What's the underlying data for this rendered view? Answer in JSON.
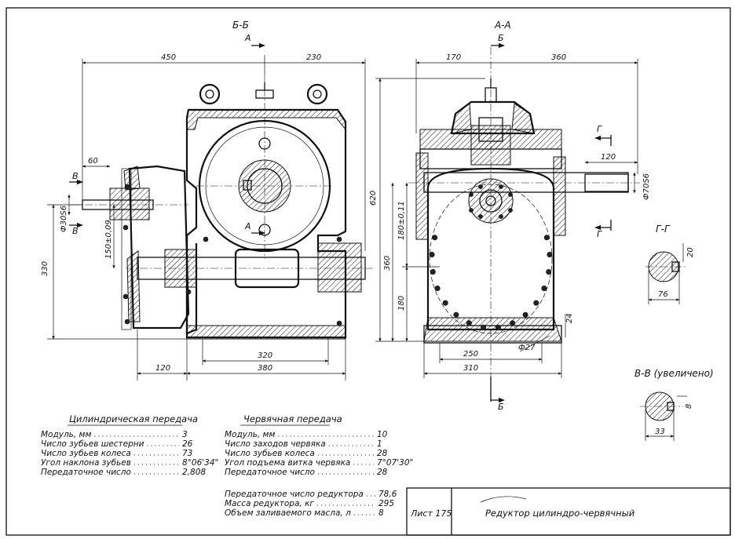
{
  "views": {
    "section_bb": "Б-Б",
    "section_aa": "А-А",
    "section_gg": "Г-Г",
    "section_vv": "В-В (увеличено)"
  },
  "cut_marks": {
    "a": "А",
    "b": "Б",
    "g": "Г",
    "v": "В"
  },
  "dimensions": {
    "d450": "450",
    "d230": "230",
    "d170": "170",
    "d360_top": "360",
    "d60": "60",
    "d620": "620",
    "d330": "330",
    "d150": "150±0,09",
    "d30s6": "Ф30S6",
    "d180a": "180±0,11",
    "d360_side": "360",
    "d180b": "180",
    "d120_left": "120",
    "d320": "320",
    "d380": "380",
    "d250": "250",
    "d310": "310",
    "d27": "Ф27",
    "d24": "24",
    "d120_right": "120",
    "d70s6": "Ф70S6",
    "d20": "20",
    "d76": "76",
    "d8": "8",
    "d33": "33"
  },
  "table_cyl": {
    "title": "Цилиндрическая передача",
    "rows": [
      {
        "label": "Модуль, мм",
        "value": "3"
      },
      {
        "label": "Число зубьев шестерни",
        "value": "26"
      },
      {
        "label": "Число зубьев колеса",
        "value": "73"
      },
      {
        "label": "Угол наклона зубьев",
        "value": "8°06'34\""
      },
      {
        "label": "Передаточное число",
        "value": "2,808"
      }
    ]
  },
  "table_worm": {
    "title": "Червячная передача",
    "rows": [
      {
        "label": "Модуль, мм",
        "value": "10"
      },
      {
        "label": "Число заходов червяка",
        "value": "1"
      },
      {
        "label": "Число зубьев колеса",
        "value": "28"
      },
      {
        "label": "Угол подъема витка червяка",
        "value": "7°07'30\""
      },
      {
        "label": "Передаточное число",
        "value": "28"
      }
    ],
    "extra": [
      {
        "label": "Передаточное число редуктора",
        "value": "78,6"
      },
      {
        "label": "Масса редуктора, кг",
        "value": "295"
      },
      {
        "label": "Объем заливаемого масла, л",
        "value": "8"
      }
    ]
  },
  "title_block": {
    "sheet": "Лист 175",
    "title": "Редуктор цилиндро-червячный"
  }
}
